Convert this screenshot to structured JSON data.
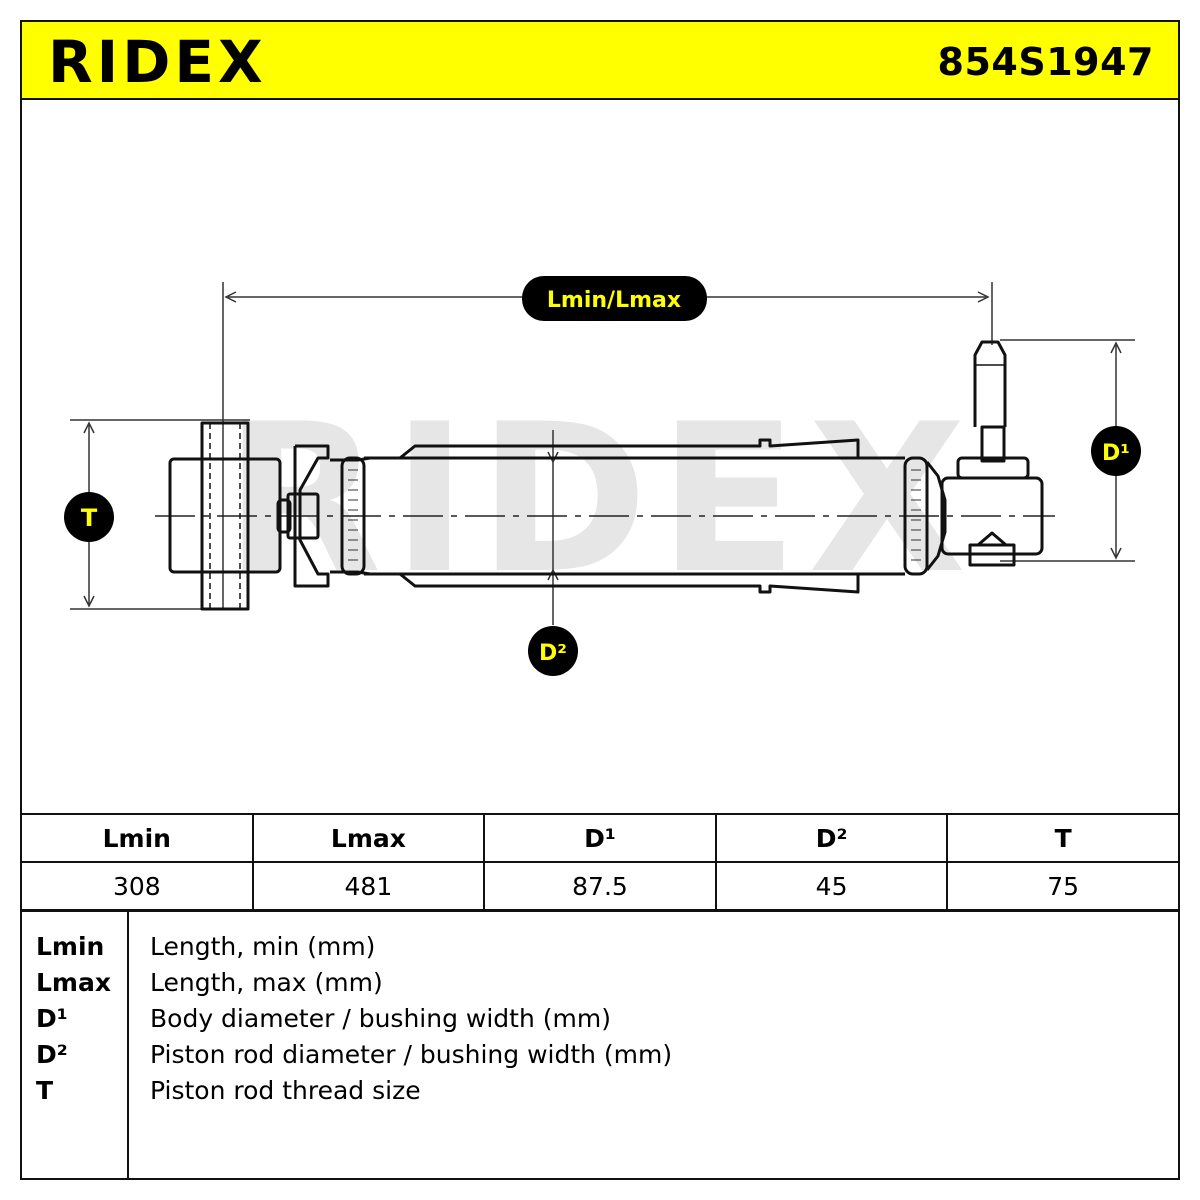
{
  "header": {
    "brand": "RIDEX",
    "part_number": "854S1947",
    "background_color": "#ffff00"
  },
  "diagram": {
    "watermark": "RIDEX",
    "labels": {
      "length": "Lmin/Lmax",
      "d1": "D¹",
      "d2": "D²",
      "t": "T"
    }
  },
  "specs": {
    "headers": [
      "Lmin",
      "Lmax",
      "D¹",
      "D²",
      "T"
    ],
    "values": [
      "308",
      "481",
      "87.5",
      "45",
      "75"
    ]
  },
  "legend": [
    {
      "key": "Lmin",
      "desc": "Length, min (mm)"
    },
    {
      "key": "Lmax",
      "desc": "Length, max (mm)"
    },
    {
      "key": "D¹",
      "desc": "Body diameter / bushing width (mm)"
    },
    {
      "key": "D²",
      "desc": "Piston rod diameter / bushing width (mm)"
    },
    {
      "key": "T",
      "desc": "Piston rod thread size"
    }
  ]
}
